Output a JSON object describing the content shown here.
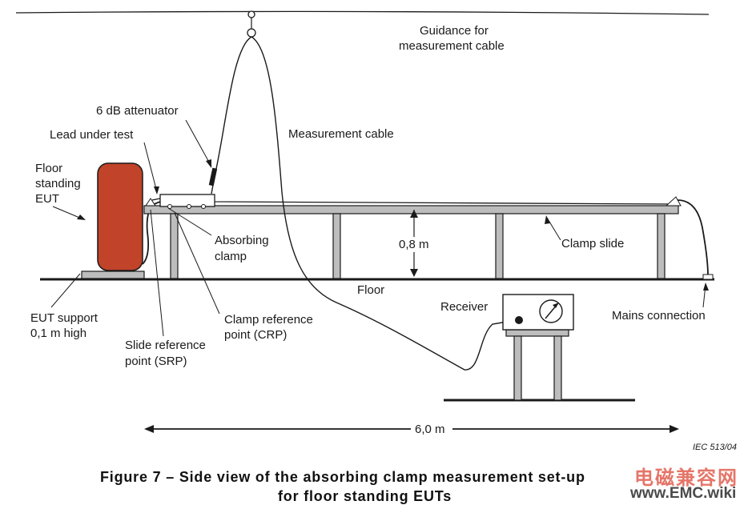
{
  "labels": {
    "guidance": [
      "Guidance for",
      "measurement cable"
    ],
    "attenuator": "6 dB attenuator",
    "lead": "Lead under test",
    "measurement_cable": "Measurement cable",
    "eut": [
      "Floor",
      "standing",
      "EUT"
    ],
    "absorbing_clamp": [
      "Absorbing",
      "clamp"
    ],
    "height": "0,8 m",
    "clamp_slide": "Clamp slide",
    "floor": "Floor",
    "receiver": "Receiver",
    "mains": "Mains connection",
    "eut_support": [
      "EUT support",
      "0,1 m high"
    ],
    "crp": [
      "Clamp reference",
      "point (CRP)"
    ],
    "srp": [
      "Slide reference",
      "point (SRP)"
    ],
    "length": "6,0 m"
  },
  "reference": "IEC   513/04",
  "caption": [
    "Figure 7 – Side view of the absorbing clamp measurement set-up",
    "for floor standing EUTs"
  ],
  "watermark": {
    "chinese": "电磁兼容网",
    "url": "www.EMC.wiki"
  },
  "colors": {
    "eut": "#c0432a",
    "metal": "#bdbdbd",
    "line": "#1a1a1a"
  }
}
